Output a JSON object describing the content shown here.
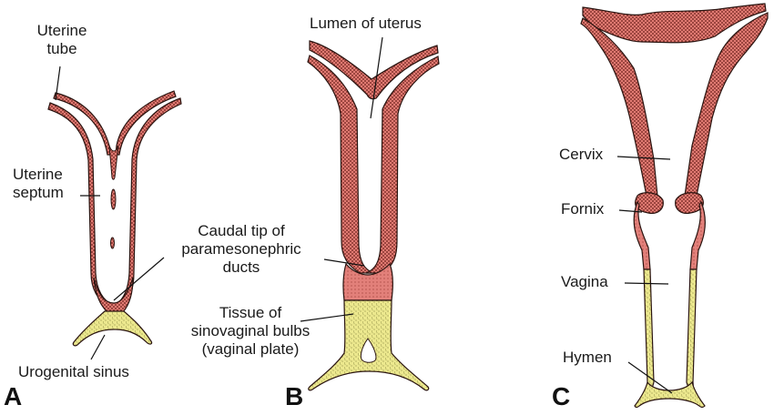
{
  "figure": {
    "colors": {
      "paramesonephric": "#e07a72",
      "paramesonephric_dot": "#6b1e1a",
      "sinovaginal": "#ece88e",
      "sinovaginal_dot": "#6b6a2a",
      "outline": "#2a1410",
      "leader": "#111111"
    },
    "panels": [
      {
        "id": "A",
        "letter": "A",
        "labels": [
          {
            "lines": [
              "Uterine",
              "tube"
            ]
          },
          {
            "lines": [
              "Uterine",
              "septum"
            ]
          },
          {
            "lines": [
              "Urogenital sinus"
            ]
          }
        ]
      },
      {
        "id": "B",
        "letter": "B",
        "labels": [
          {
            "lines": [
              "Lumen of uterus"
            ]
          },
          {
            "lines": [
              "Caudal tip of",
              "paramesonephric",
              "ducts"
            ]
          },
          {
            "lines": [
              "Tissue of",
              "sinovaginal bulbs",
              "(vaginal plate)"
            ]
          }
        ]
      },
      {
        "id": "C",
        "letter": "C",
        "labels": [
          {
            "lines": [
              "Cervix"
            ]
          },
          {
            "lines": [
              "Fornix"
            ]
          },
          {
            "lines": [
              "Vagina"
            ]
          },
          {
            "lines": [
              "Hymen"
            ]
          }
        ]
      }
    ]
  }
}
